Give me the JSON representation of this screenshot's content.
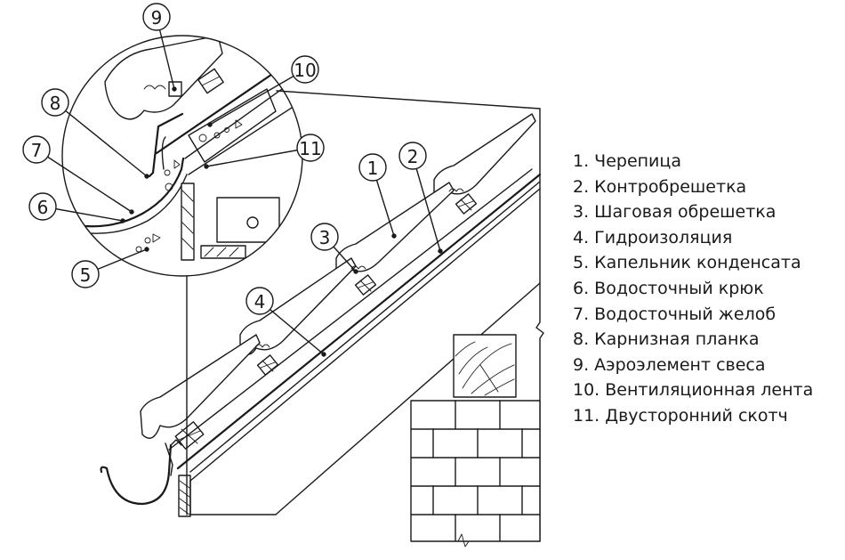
{
  "callouts": [
    "1",
    "2",
    "3",
    "4",
    "5",
    "6",
    "7",
    "8",
    "9",
    "10",
    "11"
  ],
  "legend": [
    "1. Черепица",
    "2. Контробрешетка",
    "3. Шаговая обрешетка",
    "4. Гидроизоляция",
    "5. Капельник конденсата",
    "6. Водосточный крюк",
    "7. Водосточный желоб",
    "8. Карнизная планка",
    "9. Аэроэлемент свеса",
    "10. Вентиляционная лента",
    "11. Двусторонний скотч"
  ]
}
